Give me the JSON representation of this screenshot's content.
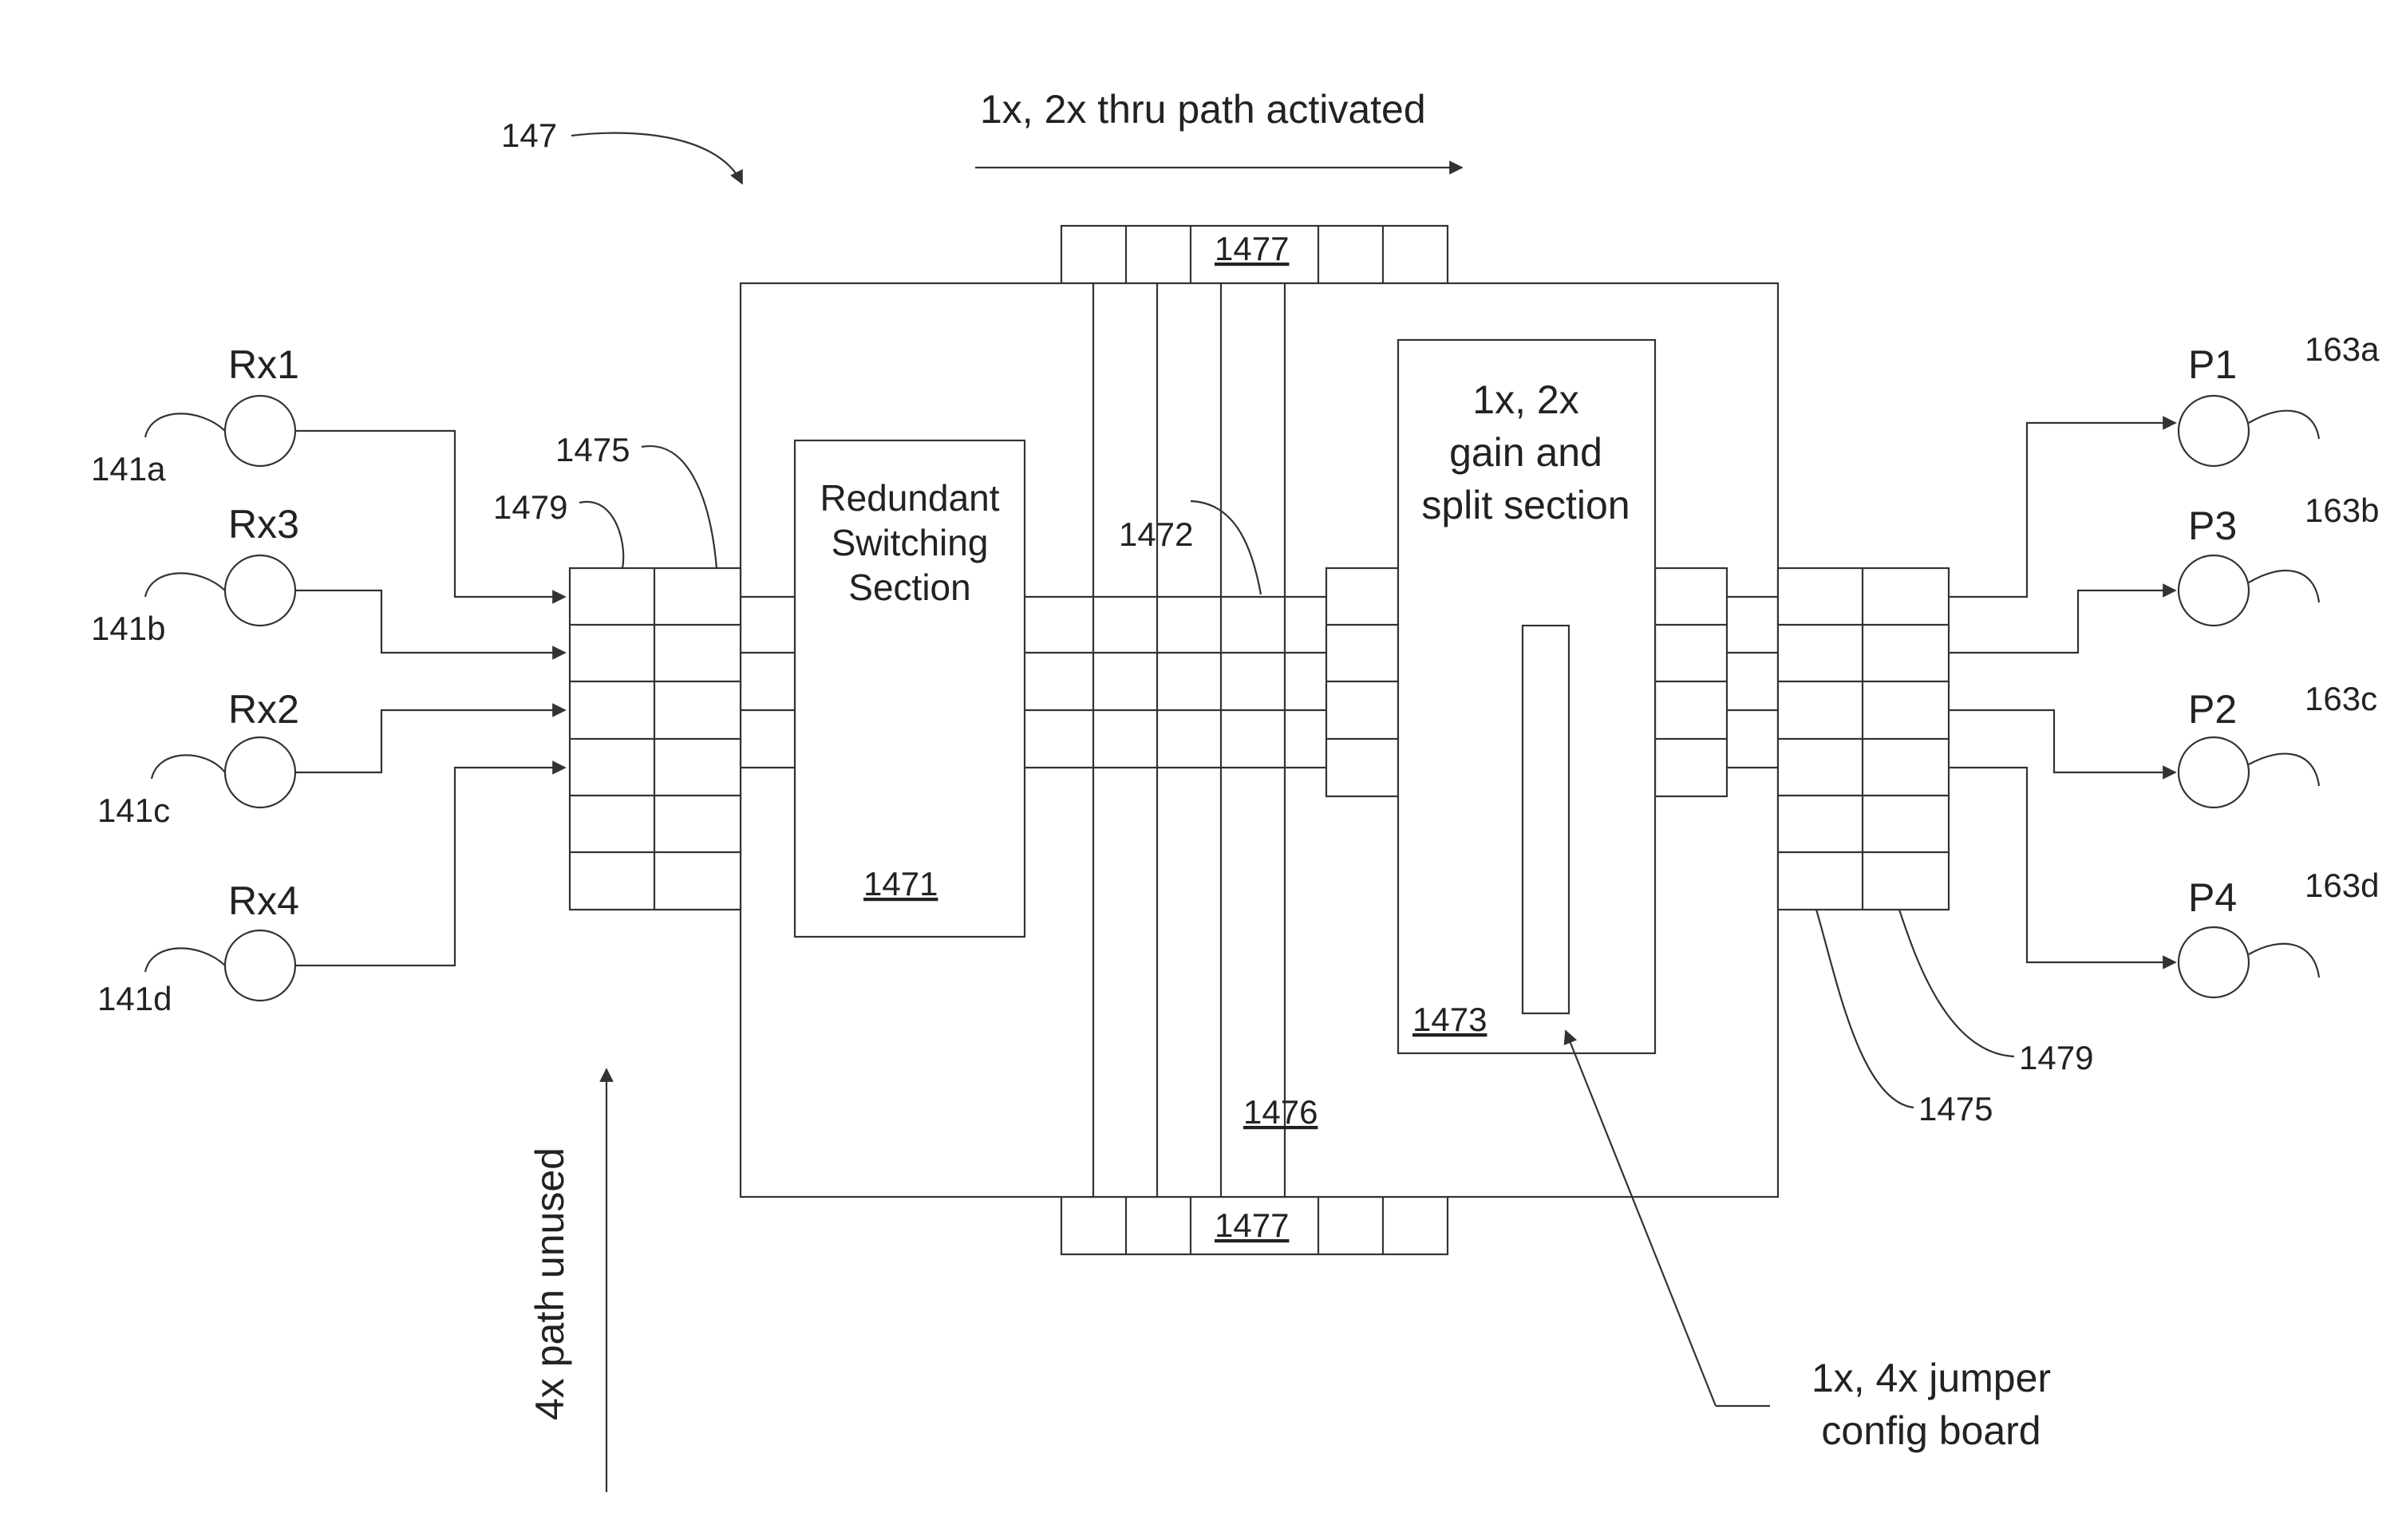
{
  "diagram": {
    "figure_ref": "147",
    "top_note": "1x, 2x thru path activated",
    "side_note": "4x path unused",
    "config_board_line1": "1x, 4x jumper",
    "config_board_line2": "config board",
    "inputs": [
      {
        "label": "Rx1",
        "ref": "141a"
      },
      {
        "label": "Rx3",
        "ref": "141b"
      },
      {
        "label": "Rx2",
        "ref": "141c"
      },
      {
        "label": "Rx4",
        "ref": "141d"
      }
    ],
    "outputs": [
      {
        "label": "P1",
        "ref": "163a"
      },
      {
        "label": "P3",
        "ref": "163b"
      },
      {
        "label": "P2",
        "ref": "163c"
      },
      {
        "label": "P4",
        "ref": "163d"
      }
    ],
    "switching_section": {
      "line1": "Redundant",
      "line2": "Switching",
      "line3": "Section",
      "ref": "1471"
    },
    "gain_section": {
      "line1": "1x, 2x",
      "line2": "gain and",
      "line3": "split section",
      "ref": "1473"
    },
    "ref_1472": "1472",
    "ref_1475": "1475",
    "ref_1476": "1476",
    "ref_1477": "1477",
    "ref_1479": "1479",
    "line_color": "#333333"
  }
}
